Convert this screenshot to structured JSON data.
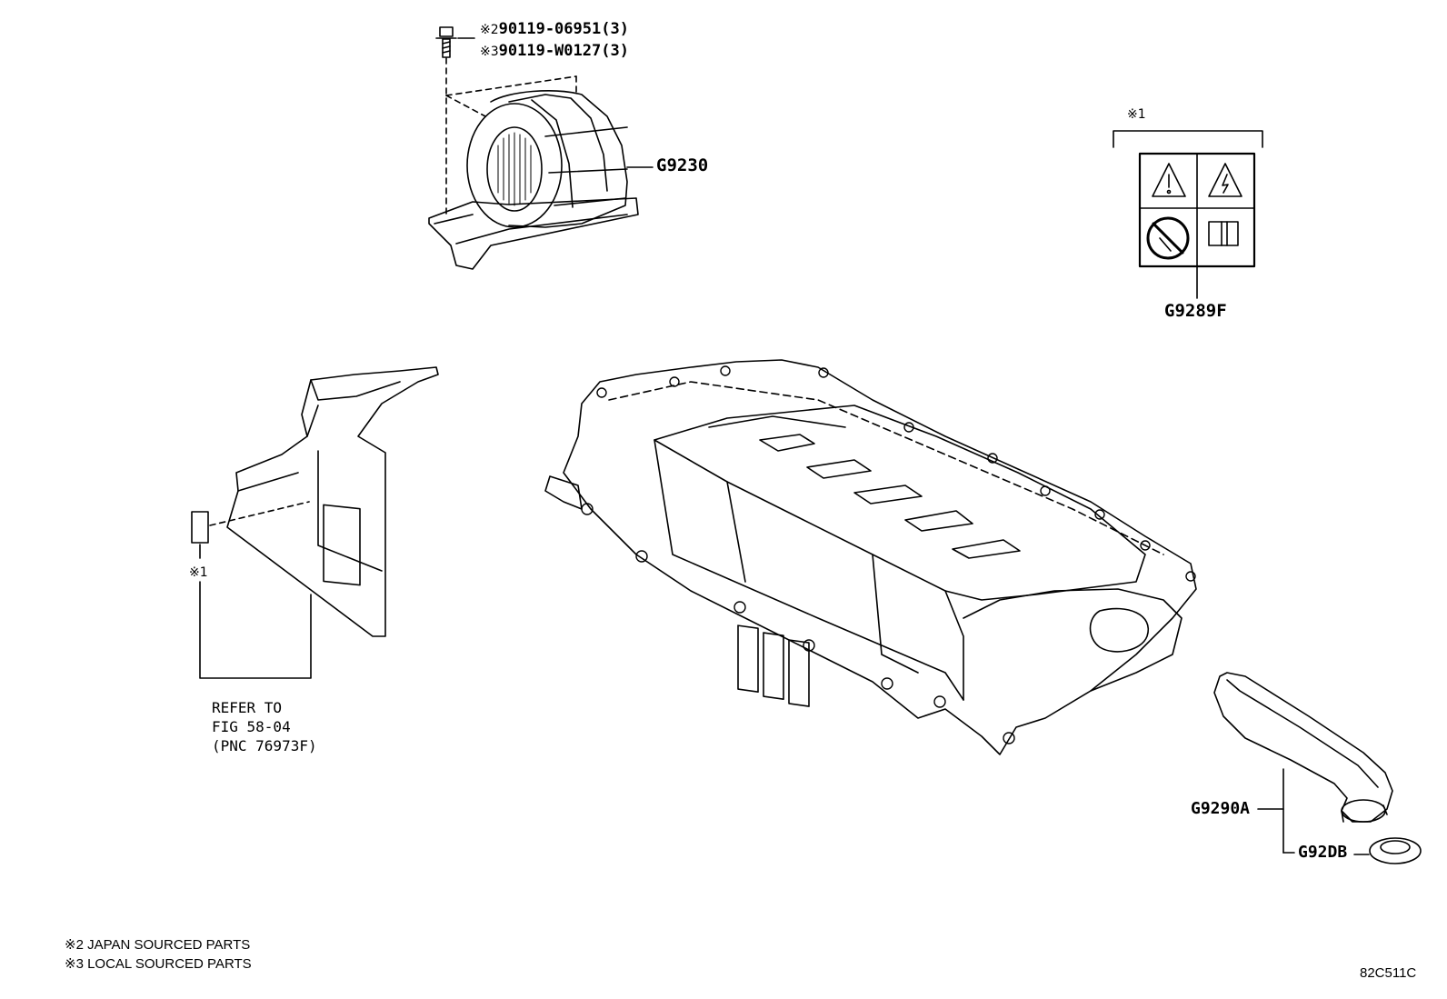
{
  "callouts": {
    "bolt_line_1": {
      "mark": "※2",
      "part": "90119-06951(3)"
    },
    "bolt_line_2": {
      "mark": "※3",
      "part": "90119-W0127(3)"
    },
    "blower": "G9230",
    "caution_label_mark": "※1",
    "caution_label": "G9289F",
    "left_label_mark": "※1",
    "refer_line_1": "REFER TO",
    "refer_line_2": "FIG 58-04",
    "refer_line_3": "(PNC 76973F)",
    "duct": "G9290A",
    "grommet": "G92DB"
  },
  "footnotes": {
    "note_1": "※2 JAPAN SOURCED PARTS",
    "note_2": "※3 LOCAL SOURCED PARTS"
  },
  "figure_code": "82C511C",
  "icons": [
    "blower-assembly-icon",
    "caution-label-icon",
    "battery-pack-icon",
    "side-duct-icon",
    "intake-duct-icon",
    "grommet-icon",
    "bolt-icon"
  ]
}
